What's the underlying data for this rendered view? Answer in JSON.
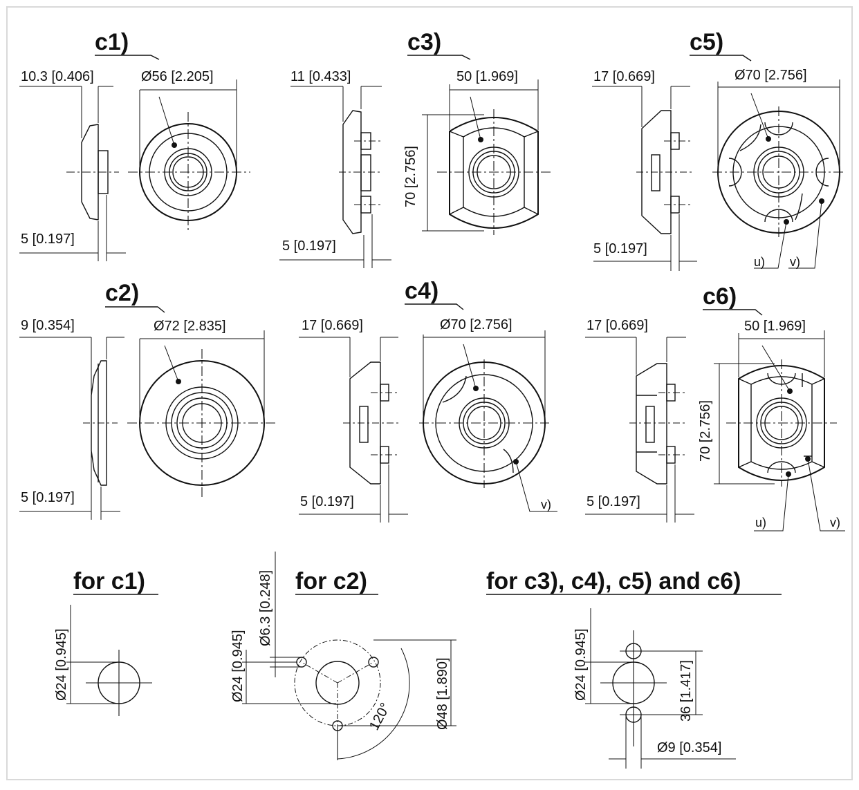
{
  "views": {
    "c1": {
      "title": "c1)",
      "thickness": "10.3 [0.406]",
      "diameter": "Ø56 [2.205]",
      "step": "5 [0.197]"
    },
    "c2": {
      "title": "c2)",
      "thickness": "9 [0.354]",
      "diameter": "Ø72 [2.835]",
      "step": "5 [0.197]"
    },
    "c3": {
      "title": "c3)",
      "thickness": "11 [0.433]",
      "width": "50 [1.969]",
      "height": "70 [2.756]",
      "step": "5 [0.197]"
    },
    "c4": {
      "title": "c4)",
      "thickness": "17 [0.669]",
      "diameter": "Ø70 [2.756]",
      "step": "5 [0.197]",
      "callout_v": "v)"
    },
    "c5": {
      "title": "c5)",
      "thickness": "17 [0.669]",
      "diameter": "Ø70 [2.756]",
      "step": "5 [0.197]",
      "callout_u": "u)",
      "callout_v": "v)"
    },
    "c6": {
      "title": "c6)",
      "thickness": "17 [0.669]",
      "width": "50 [1.969]",
      "height": "70 [2.756]",
      "step": "5 [0.197]",
      "callout_u": "u)",
      "callout_v": "v)"
    }
  },
  "cutouts": {
    "for_c1": {
      "title": "for c1)",
      "hole": "Ø24 [0.945]"
    },
    "for_c2": {
      "title": "for c2)",
      "hole": "Ø24 [0.945]",
      "small_hole": "Ø6.3 [0.248]",
      "pitch_circle": "Ø48 [1.890]",
      "angle": "120°"
    },
    "for_c3_c6": {
      "title": "for c3), c4), c5) and c6)",
      "hole": "Ø24 [0.945]",
      "spacing": "36 [1.417]",
      "small_hole": "Ø9 [0.354]"
    }
  }
}
